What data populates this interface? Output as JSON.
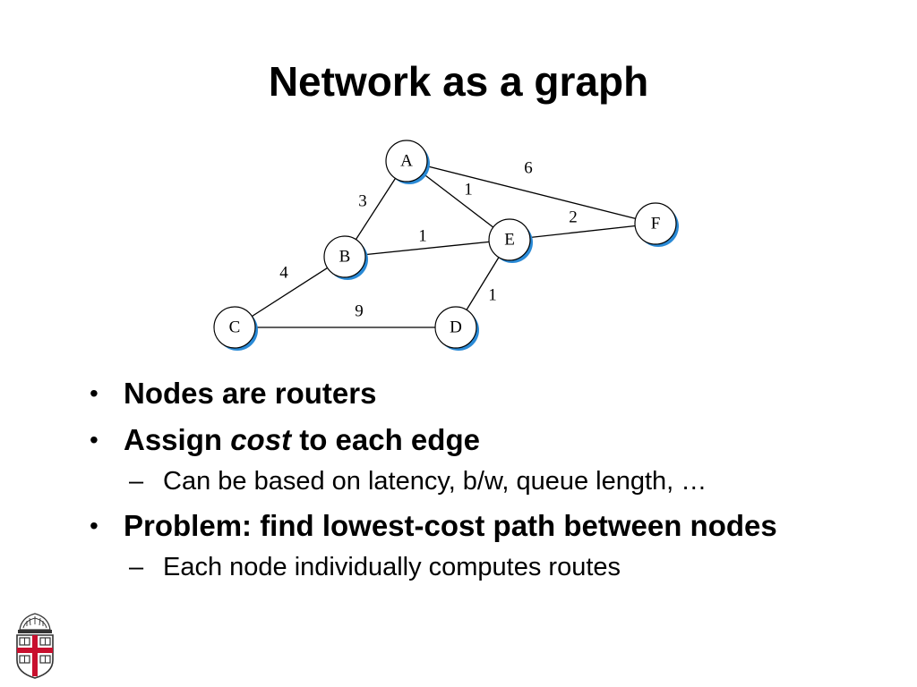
{
  "slide": {
    "title": "Network as a graph"
  },
  "graph": {
    "nodes": [
      {
        "id": "A",
        "label": "A"
      },
      {
        "id": "B",
        "label": "B"
      },
      {
        "id": "C",
        "label": "C"
      },
      {
        "id": "D",
        "label": "D"
      },
      {
        "id": "E",
        "label": "E"
      },
      {
        "id": "F",
        "label": "F"
      }
    ],
    "edges": [
      {
        "from": "A",
        "to": "B",
        "cost": "3"
      },
      {
        "from": "A",
        "to": "E",
        "cost": "1"
      },
      {
        "from": "A",
        "to": "F",
        "cost": "6"
      },
      {
        "from": "E",
        "to": "F",
        "cost": "2"
      },
      {
        "from": "B",
        "to": "E",
        "cost": "1"
      },
      {
        "from": "B",
        "to": "C",
        "cost": "4"
      },
      {
        "from": "C",
        "to": "D",
        "cost": "9"
      },
      {
        "from": "D",
        "to": "E",
        "cost": "1"
      }
    ],
    "colors": {
      "node_shadow": "#2a8ad6",
      "node_fill": "#ffffff",
      "line": "#000000"
    }
  },
  "bullets": {
    "b1": "Nodes are routers",
    "b2_pre": "Assign ",
    "b2_em": "cost",
    "b2_post": " to each edge",
    "b2_sub": "Can be based on latency, b/w, queue length, …",
    "b3": "Problem: find lowest-cost path between nodes",
    "b3_sub": "Each node individually computes routes",
    "bullet_symbol": "•",
    "dash_symbol": "–"
  },
  "logo": {
    "icon": "university-shield-icon",
    "colors": {
      "cross": "#c8102e",
      "outline": "#333333"
    }
  }
}
